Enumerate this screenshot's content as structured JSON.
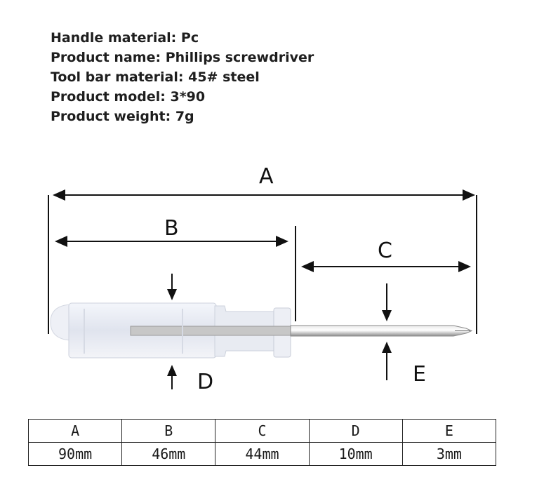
{
  "specs": [
    {
      "label": "Handle material",
      "value": "Pc"
    },
    {
      "label": "Product name",
      "value": "Phillips screwdriver"
    },
    {
      "label": "Tool bar material",
      "value": "45# steel"
    },
    {
      "label": "Product model",
      "value": "3*90"
    },
    {
      "label": "Product weight",
      "value": "7g"
    }
  ],
  "diagram": {
    "labels": {
      "A": "A",
      "B": "B",
      "C": "C",
      "D": "D",
      "E": "E"
    }
  },
  "table": {
    "headers": [
      "A",
      "B",
      "C",
      "D",
      "E"
    ],
    "values": [
      "90mm",
      "46mm",
      "44mm",
      "10mm",
      "3mm"
    ]
  }
}
